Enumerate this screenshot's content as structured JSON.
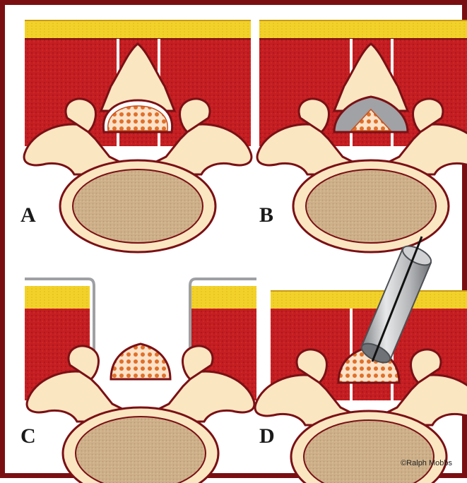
{
  "panels": [
    {
      "id": "A",
      "label": "A",
      "stage": "intact-lamina"
    },
    {
      "id": "B",
      "label": "B",
      "stage": "narrowed-canal"
    },
    {
      "id": "C",
      "label": "C",
      "stage": "open-laminectomy"
    },
    {
      "id": "D",
      "label": "D",
      "stage": "tubular-retractor"
    }
  ],
  "copyright": "©Ralph Mobbs",
  "colors": {
    "frame": "#7a0f12",
    "muscle": "#c41e22",
    "fat": "#f2d22a",
    "bone": "#fbe6c2",
    "bone_outline": "#7a1015",
    "vertebral_body": "#c9ad86",
    "dura_dots": "#e0702a",
    "tube": "#a9abae"
  }
}
